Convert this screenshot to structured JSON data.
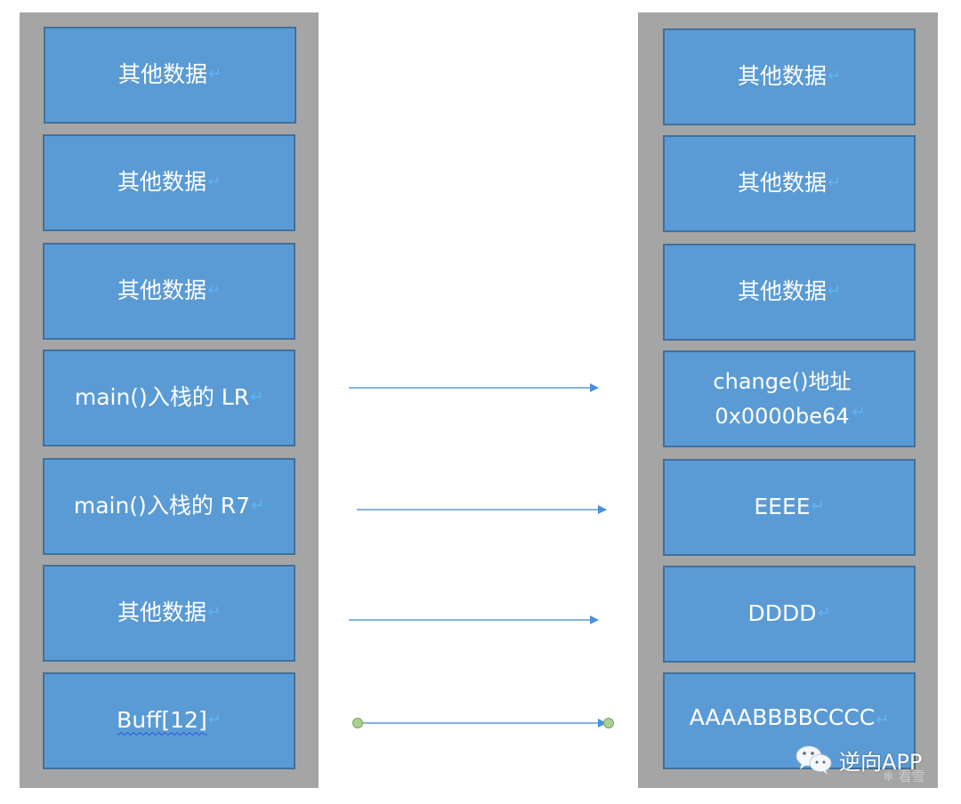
{
  "left_stack": {
    "cells": [
      {
        "label": "其他数据",
        "ret": "↵"
      },
      {
        "label": "其他数据",
        "ret": "↵"
      },
      {
        "label": "其他数据",
        "ret": "↵"
      },
      {
        "label": "main()入栈的 LR",
        "ret": "↵"
      },
      {
        "label": "main()入栈的 R7",
        "ret": "↵"
      },
      {
        "label": "其他数据",
        "ret": "↵"
      },
      {
        "label": "Buff[12]",
        "ret": "↵"
      }
    ]
  },
  "right_stack": {
    "cells": [
      {
        "label": "其他数据",
        "ret": "↵"
      },
      {
        "label": "其他数据",
        "ret": "↵"
      },
      {
        "label": "其他数据",
        "ret": "↵"
      },
      {
        "label": "change()地址\n0x0000be64",
        "ret": "↵"
      },
      {
        "label": "EEEE",
        "ret": "↵"
      },
      {
        "label": "DDDD",
        "ret": "↵"
      },
      {
        "label": "AAAABBBBCCCC",
        "ret": "↵"
      }
    ]
  },
  "arrows": [
    {
      "from": "main()入栈的 LR",
      "to": "change()地址 0x0000be64"
    },
    {
      "from": "main()入栈的 R7",
      "to": "EEEE"
    },
    {
      "from": "其他数据",
      "to": "DDDD"
    },
    {
      "from": "Buff[12]",
      "to": "AAAABBBBCCCC",
      "selected": true
    }
  ],
  "colors": {
    "cell_fill": "#5b9bd5",
    "cell_border": "#41719c",
    "stack_bg": "#a5a5a5",
    "arrow": "#5b9bd5",
    "handle": "#a9d18e"
  },
  "watermark": {
    "icon": "wechat-icon",
    "text": "逆向APP",
    "sub": "看雪"
  }
}
